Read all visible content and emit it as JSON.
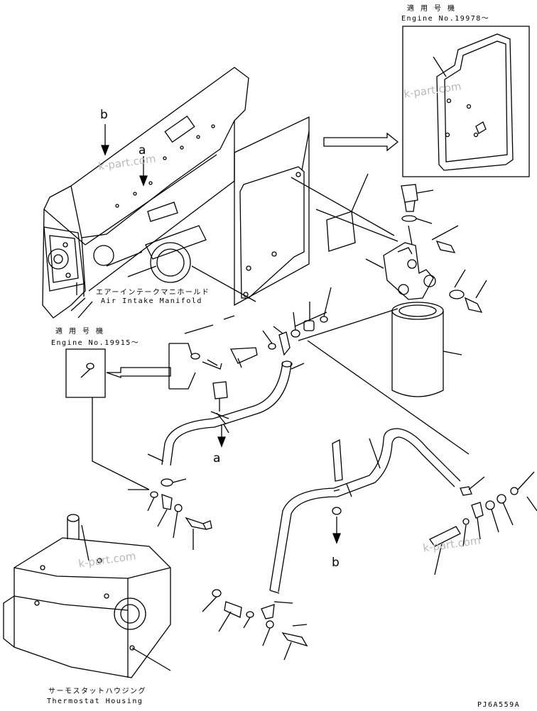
{
  "callouts": {
    "engine_top_label": "適 用 号 機",
    "engine_top_no": "Engine No.19978～",
    "engine_left_label": "適 用 号 機",
    "engine_left_no": "Engine No.19915～",
    "air_intake_jp": "エアーインテークマニホールド",
    "air_intake_en": "Air Intake Manifold",
    "thermostat_jp": "サーモスタットハウジング",
    "thermostat_en": "Thermostat Housing"
  },
  "arrows": {
    "a_top": "a",
    "b_top": "b",
    "a_bottom": "a",
    "b_bottom": "b"
  },
  "watermark": "k-part.com",
  "drawing_code": "PJ6A559A",
  "colors": {
    "line": "#000000",
    "watermark": "#b9b9b9",
    "background": "#ffffff"
  }
}
